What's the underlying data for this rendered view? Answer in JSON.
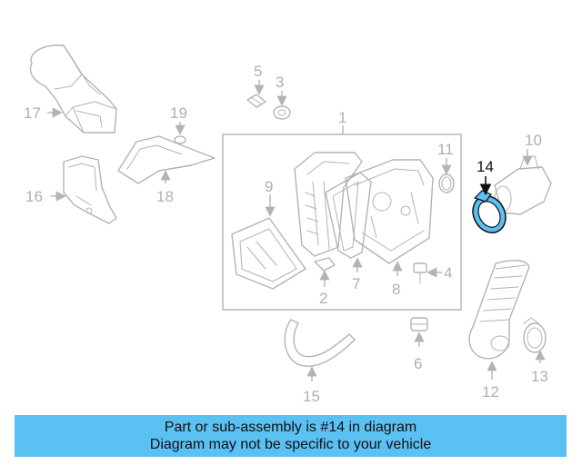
{
  "highlight_color": "#5bc0f2",
  "highlighted_part": "14",
  "callouts": [
    "1",
    "2",
    "3",
    "4",
    "5",
    "6",
    "7",
    "8",
    "9",
    "10",
    "11",
    "12",
    "13",
    "14",
    "15",
    "16",
    "17",
    "18",
    "19"
  ],
  "banner": {
    "line1": "Part or sub-assembly is #14 in diagram",
    "line2": "Diagram may not be specific to your vehicle"
  }
}
